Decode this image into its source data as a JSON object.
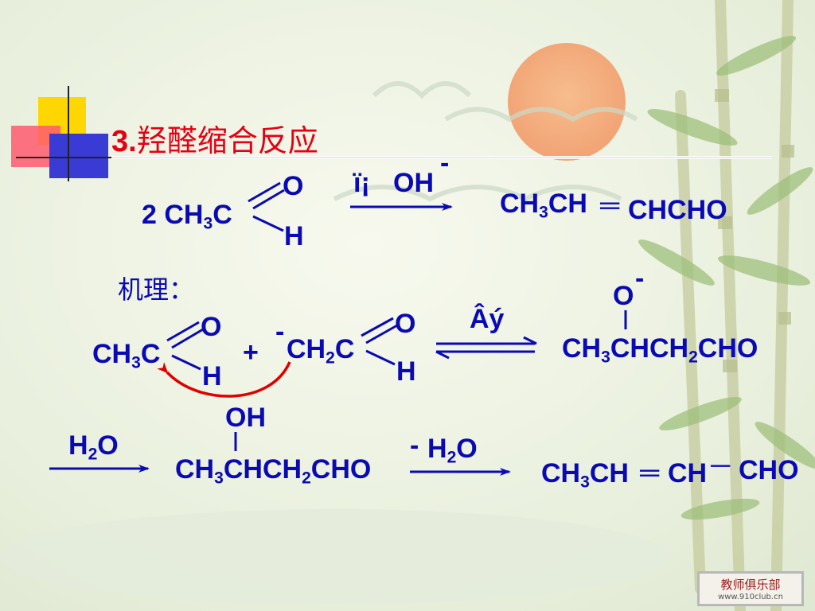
{
  "slide": {
    "title_num": "3.",
    "title_text": "羟醛缩合反应",
    "mechanism_label": "机理：",
    "colors": {
      "text": "#0a0ab4",
      "title": "#e60012",
      "curved_arrow": "#e00000"
    }
  },
  "reaction1": {
    "coef": "2 CH",
    "sub3": "3",
    "c": "C",
    "o": "O",
    "h": "H",
    "reagent": "ï¡",
    "oh": "OH",
    "charge": "-",
    "product_a": "CH",
    "product_sub": "3",
    "product_b": "CH",
    "product_eq": "═",
    "product_c": "CHCHO"
  },
  "mechanism": {
    "r1_a": "CH",
    "r1_sub": "3",
    "r1_c": "C",
    "r1_o": "O",
    "r1_h": "H",
    "plus": "+",
    "carb_charge": "-",
    "r2_a": "CH",
    "r2_sub": "2",
    "r2_c": "C",
    "r2_o": "O",
    "r2_h": "H",
    "eq_label": "Âý",
    "ox": "O",
    "ox_charge": "-",
    "p_a": "CH",
    "p_sub1": "3",
    "p_b": "CHCH",
    "p_sub2": "2",
    "p_c": "CHO"
  },
  "step2": {
    "h2o_a": "H",
    "h2o_sub": "2",
    "h2o_b": "O",
    "oh": "OH",
    "p_a": "CH",
    "p_sub1": "3",
    "p_b": "CHCH",
    "p_sub2": "2",
    "p_c": "CHO",
    "minus": "-",
    "mh2o_a": "H",
    "mh2o_sub": "2",
    "mh2o_b": "O",
    "f_a": "CH",
    "f_sub": "3",
    "f_b": "CH",
    "f_eq": "═",
    "f_c": "CH",
    "f_dash": "─",
    "f_d": "CHO"
  },
  "watermark": {
    "line1": "教师俱乐部",
    "line2": "www.910club.cn"
  }
}
